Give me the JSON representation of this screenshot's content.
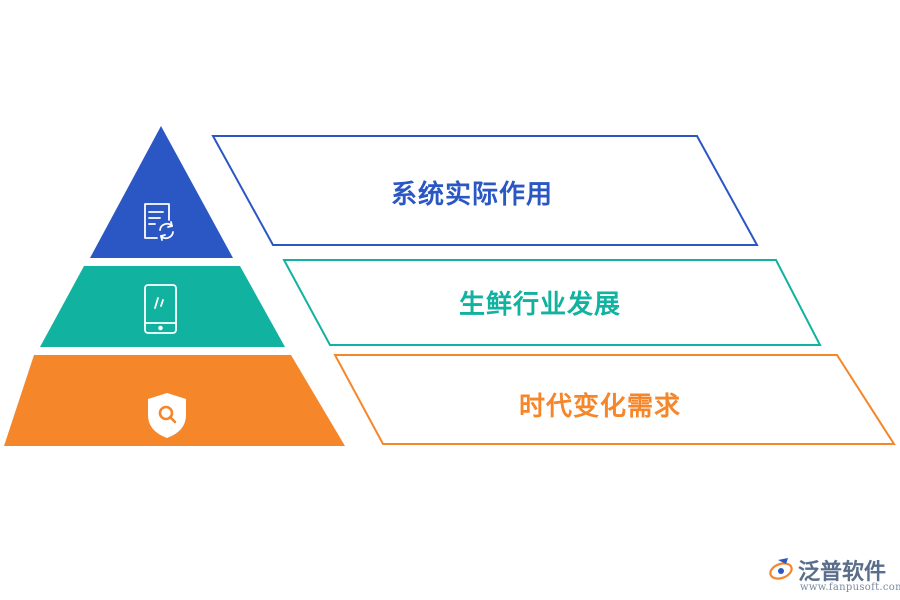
{
  "tiers": [
    {
      "label": "系统实际作用",
      "icon": "document-refresh-icon",
      "color": "#2A57C4"
    },
    {
      "label": "生鲜行业发展",
      "icon": "tablet-icon",
      "color": "#12B2A0"
    },
    {
      "label": "时代变化需求",
      "icon": "shield-search-icon",
      "color": "#F5862A"
    }
  ],
  "watermark": {
    "name": "泛普软件",
    "url": "www.fanpusoft.com",
    "logo_colors": [
      "#F5862A",
      "#2A57C4"
    ]
  }
}
